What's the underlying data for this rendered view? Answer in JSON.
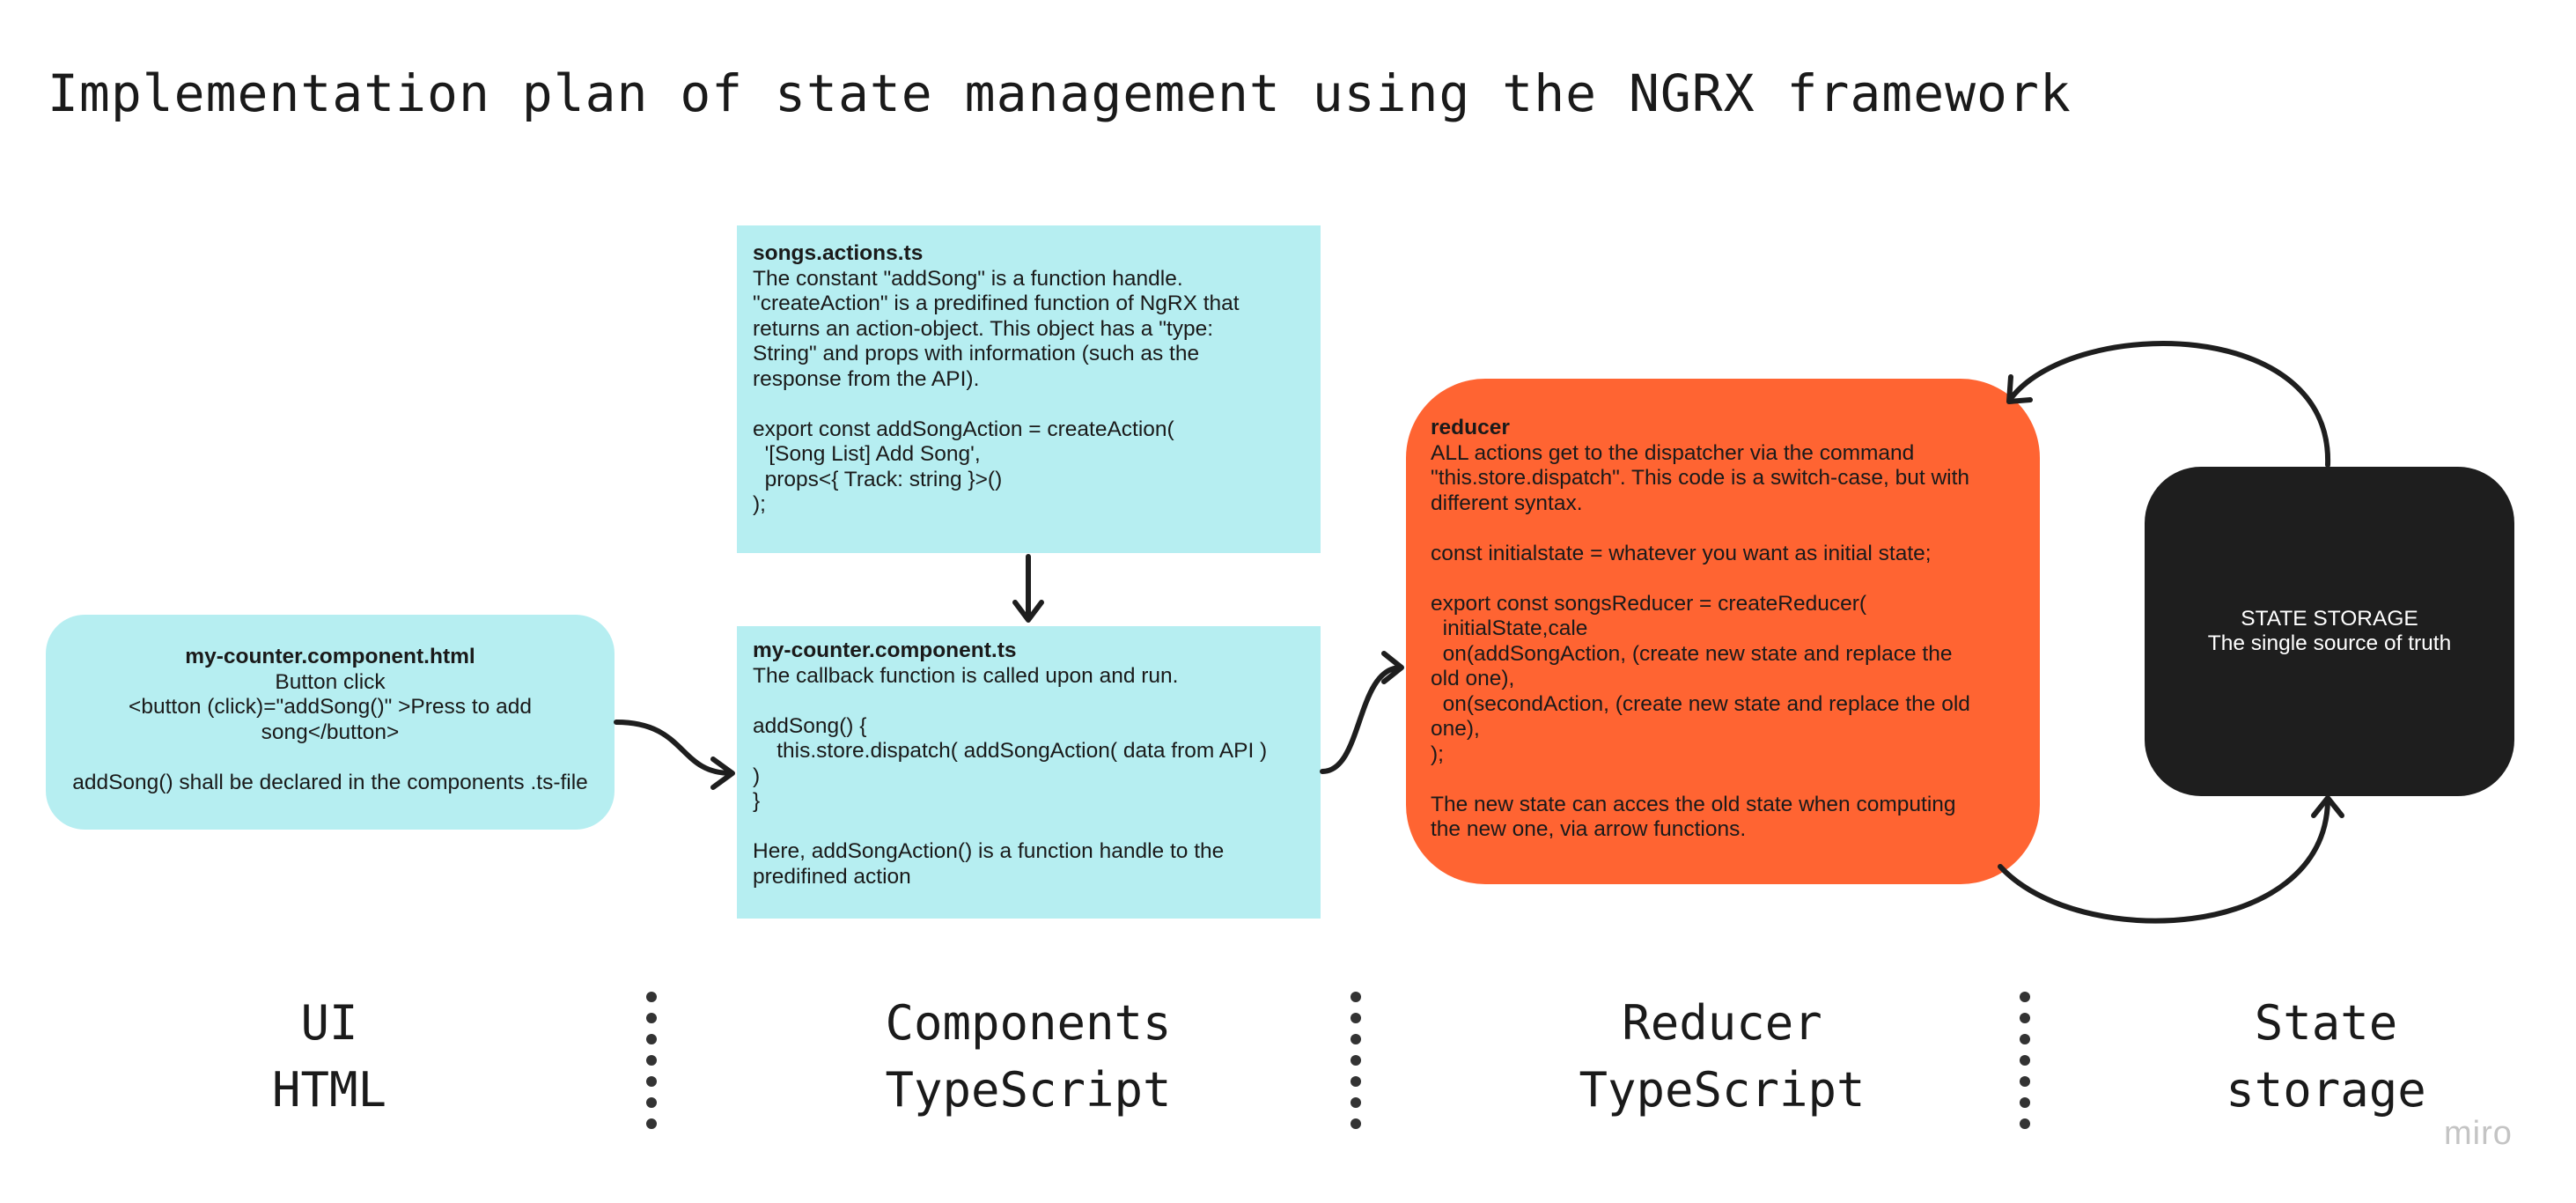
{
  "title": "Implementation plan of state management using the NGRX framework",
  "ui_box": {
    "heading": "my-counter.component.html",
    "lines": [
      "Button click",
      "<button (click)=\"addSong()\" >Press to add",
      "song</button>",
      "",
      "addSong() shall be declared in the components .ts-file"
    ]
  },
  "actions_box": {
    "heading": "songs.actions.ts",
    "lines": [
      "The constant \"addSong\" is a function handle.",
      "\"createAction\" is a predifined function of NgRX that",
      "returns an action-object. This object has a \"type:",
      "String\" and props with information (such as the",
      "response from the API).",
      "",
      "export const addSongAction = createAction(",
      "  '[Song List] Add Song',",
      "  props<{ Track: string }>()",
      ");"
    ]
  },
  "component_box": {
    "heading": "my-counter.component.ts",
    "lines": [
      "The callback function is called upon and run.",
      "",
      "addSong() {",
      "    this.store.dispatch( addSongAction( data from API )",
      ")",
      "}",
      "",
      "Here, addSongAction() is a function handle to the",
      "predifined action"
    ]
  },
  "reducer_box": {
    "heading": "reducer",
    "lines": [
      "ALL actions get to the dispatcher via the command",
      "\"this.store.dispatch\". This code is a switch-case, but with",
      "different syntax.",
      "",
      "const initialstate = whatever you want as initial state;",
      "",
      "export const songsReducer = createReducer(",
      "  initialState,cale",
      "  on(addSongAction, (create new state and replace the",
      "old one),",
      "  on(secondAction, (create new state and replace the old",
      "one),",
      ");",
      "",
      "The new state can acces the old state when computing",
      "the new one, via arrow functions."
    ]
  },
  "storage_box": {
    "line1": "STATE STORAGE",
    "line2": "The single source of truth"
  },
  "columns": [
    {
      "line1": "UI",
      "line2": "HTML"
    },
    {
      "line1": "Components",
      "line2": "TypeScript"
    },
    {
      "line1": "Reducer",
      "line2": "TypeScript"
    },
    {
      "line1": "State",
      "line2": "storage"
    }
  ],
  "watermark": "miro",
  "colors": {
    "cyan_box": "#b6eef1",
    "reducer": "#ff6432",
    "storage": "#1e1e1e",
    "connector": "#1e1e1e",
    "divider": "#333333"
  }
}
